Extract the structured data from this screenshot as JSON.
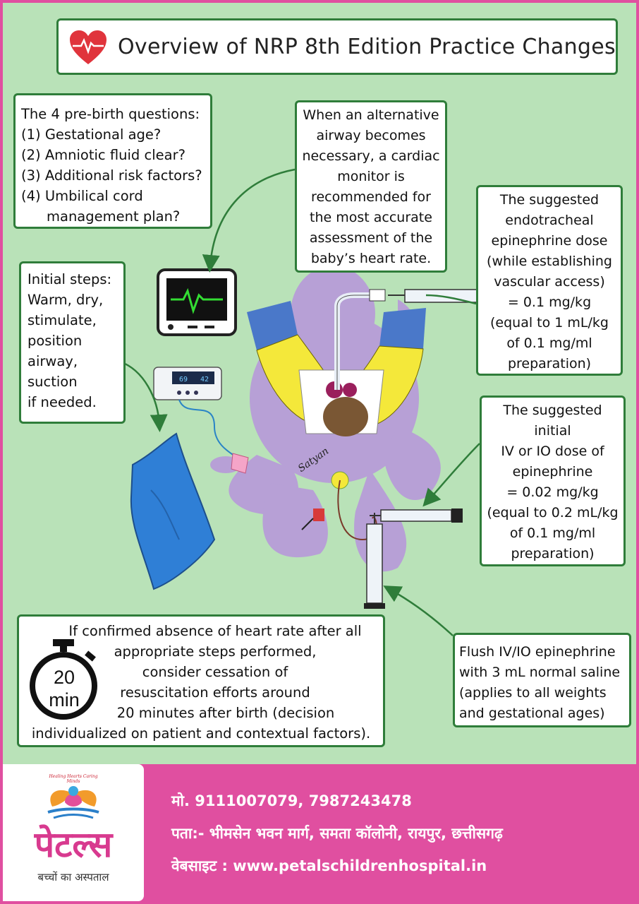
{
  "title": "Overview of NRP 8th Edition Practice Changes",
  "pre_birth": {
    "lines": [
      "The 4 pre-birth questions:",
      "(1) Gestational age?",
      "(2) Amniotic fluid clear?",
      "(3) Additional risk factors?",
      "(4) Umbilical cord"
    ],
    "indent_line": "management plan?"
  },
  "alt_airway": [
    "When an alternative",
    "airway becomes",
    "necessary, a cardiac",
    "monitor is",
    "recommended for",
    "the most accurate",
    "assessment of the",
    "baby’s heart rate."
  ],
  "endotracheal": [
    "The suggested",
    "endotracheal",
    "epinephrine dose",
    "(while establishing",
    "vascular access)",
    "= 0.1 mg/kg",
    "(equal to 1 mL/kg",
    "of 0.1 mg/ml",
    "preparation)"
  ],
  "initial_steps": [
    "Initial steps:",
    "Warm, dry,",
    "stimulate,",
    "position",
    "airway,",
    "suction",
    "if needed."
  ],
  "iv_io": [
    "The suggested",
    "initial",
    "IV or IO dose of",
    "epinephrine",
    "= 0.02 mg/kg",
    "(equal to 0.2 mL/kg",
    "of 0.1 mg/ml",
    "preparation)"
  ],
  "cessation": [
    "If confirmed absence of heart rate after all",
    "appropriate steps performed,",
    "consider cessation of",
    "resuscitation efforts around",
    "20 minutes after birth (decision",
    "individualized on patient and contextual factors)."
  ],
  "timer": {
    "number": "20",
    "unit": "min"
  },
  "flush": [
    "Flush IV/IO epinephrine",
    "with 3 mL normal saline",
    "(applies to all weights",
    "and gestational ages)"
  ],
  "monitor_readout": {
    "left": "69",
    "right": "42"
  },
  "signature": "Satyan",
  "footer": {
    "logo_tagline": "Healing Hearts Caring Minds",
    "logo_name": "पेटल्स",
    "logo_subtitle": "बच्चों का अस्पताल",
    "phone": "मो. 9111007079, 7987243478",
    "address": "पता:- भीमसेन भवन मार्ग, समता कॉलोनी, रायपुर, छत्तीसगढ़",
    "website": "वेबसाइट : www.petalschildrenhospital.in"
  },
  "colors": {
    "background": "#b9e2b8",
    "box_border": "#2f7d3a",
    "footer": "#e04fa0",
    "arrow": "#2f7d3a",
    "baby": "#b7a0d6"
  }
}
